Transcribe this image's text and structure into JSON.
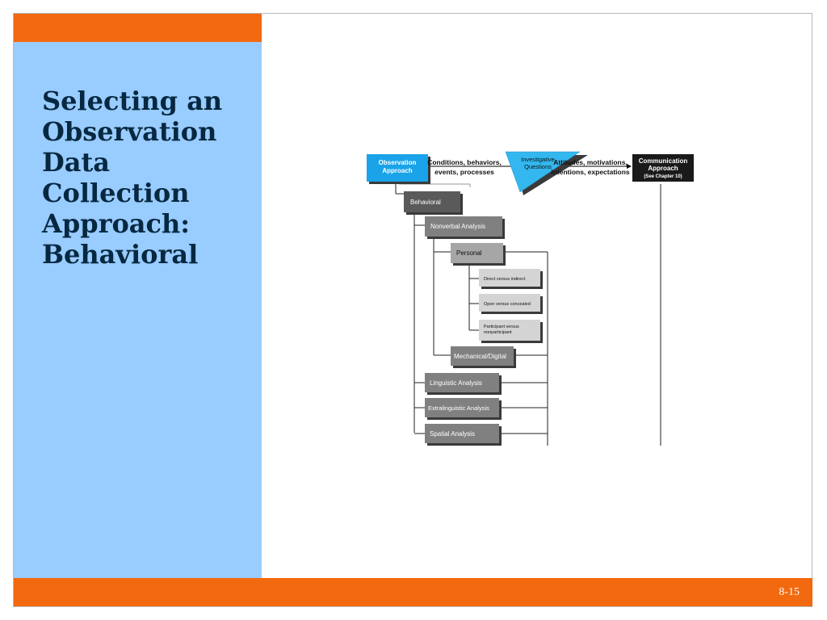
{
  "slide": {
    "title": "Selecting an Observation Data Collection Approach: Behavioral",
    "page_number": "8-15"
  },
  "diagram": {
    "observation_approach": [
      "Observation",
      "Approach"
    ],
    "left_arrow_text": [
      "Conditions, behaviors,",
      "events, processes"
    ],
    "investigative_questions": [
      "Investigative",
      "Questions"
    ],
    "right_arrow_text": [
      "Attitudes, motivations,",
      "intentions, expectations"
    ],
    "communication_approach": [
      "Communication",
      "Approach",
      "(See Chapter 10)"
    ],
    "behavioral": "Behavioral",
    "nonverbal_analysis": "Nonverbal Analysis",
    "personal": "Personal",
    "direct_versus_indirect": "Direct versus indirect",
    "open_versus_concealed": "Open versus concealed",
    "participant_versus_nonparticipant": [
      "Participant versus",
      "nonparticipant"
    ],
    "mechanical_digital": "Mechanical/Digital",
    "linguistic_analysis": "Linguistic Analysis",
    "extralinguistic_analysis": "Extralinguistic Analysis",
    "spatial_analysis": "Spatial Analysis"
  },
  "colors": {
    "orange": "#f2690f",
    "sidebar_blue": "#99ccff",
    "title_text": "#062840",
    "observation_box": "#1aa3e8",
    "questions_triangle": "#33b7ee",
    "communication_box": "#1a1a1a",
    "dark_box": "#5a5a5a",
    "medium_box": "#808080",
    "light_box": "#d4d4d4"
  }
}
